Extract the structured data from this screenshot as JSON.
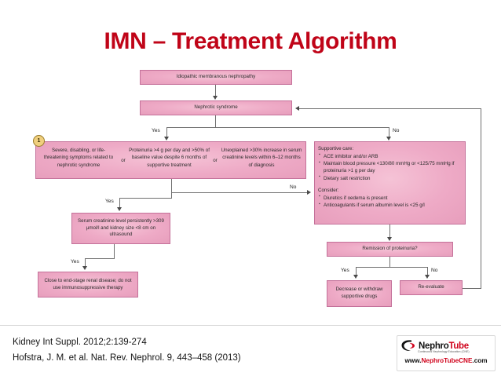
{
  "slide": {
    "title": "IMN – Treatment Algorithm"
  },
  "flowchart": {
    "nodes": {
      "root": "Idiopathic membranous nephropathy",
      "nephrotic": "Nephrotic syndrome",
      "criteria_1": "Severe, disabling, or life-threatening symptoms related to nephrotic syndrome",
      "criteria_or_1": "or",
      "criteria_2": "Proteinuria >4 g per day and >50% of baseline value despite 6 months of supportive treatment",
      "criteria_or_2": "or",
      "criteria_3": "Unexplained >30% increase in serum creatinine levels within 6–12 months of diagnosis",
      "supportive_care_header": "Supportive care:",
      "supportive_care_items": [
        "ACE inhibitor and/or ARB",
        "Maintain blood pressure <130/80 mmHg or <125/75 mmHg if proteinuria >1 g per day",
        "Dietary salt restriction"
      ],
      "consider_header": "Consider:",
      "consider_items": [
        "Diuretics if oedema is present",
        "Anticoagulants if serum albumin level is <25 g/l"
      ],
      "serum_creatinine": "Serum creatinine level persistently >309 μmol/l and kidney size <8 cm on ultrasound",
      "end_stage": "Close to end-stage renal disease; do not use immunosuppressive therapy",
      "remission": "Remission of proteinuria?",
      "decrease": "Decrease or withdraw supportive drugs",
      "reevaluate": "Re-evaluate"
    },
    "edge_labels": {
      "yes_top": "Yes",
      "no_top": "No",
      "yes_mid": "Yes",
      "no_mid": "No",
      "yes_low": "Yes",
      "yes_remission": "Yes",
      "no_remission": "No"
    },
    "badge_1": "1",
    "colors": {
      "box_fill": "#eeaac6",
      "box_border": "#c4719a",
      "line": "#6e6e6e",
      "badge_fill": "#f0cf7e"
    }
  },
  "footer": {
    "citation_1": "Kidney Int Suppl. 2012;2:139-274",
    "citation_2": "Hofstra, J. M. et al. Nat. Rev. Nephrol. 9, 443–458 (2013)",
    "logo": {
      "word_dark": "Nephro",
      "word_red": "Tube",
      "subtitle": "Continuous Nephrology Education (CNE)",
      "url_w": "www.",
      "url_n": "NephroTube",
      "url_c": "CNE",
      "url_tail": ".com"
    }
  },
  "theme": {
    "title_color": "#c00418",
    "background": "#ffffff"
  }
}
